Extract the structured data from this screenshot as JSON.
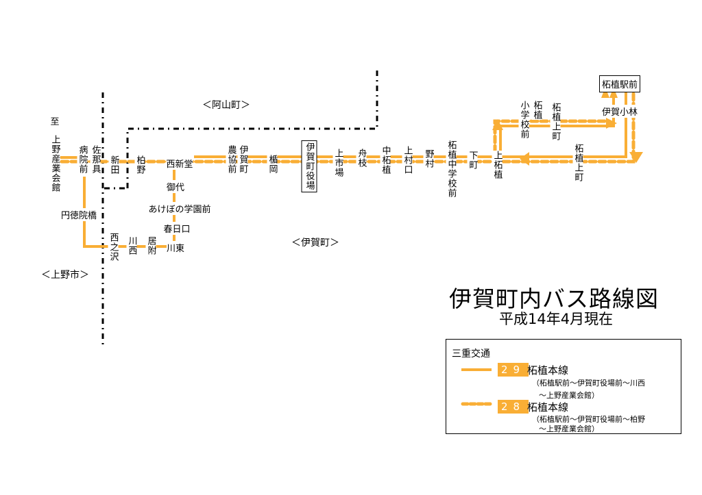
{
  "colors": {
    "route": "#f9ae35",
    "border": "#000000"
  },
  "regions": {
    "ayama": "＜阿山町＞",
    "iga": "＜伊賀町＞",
    "ueno": "＜上野市＞"
  },
  "to_label": "至",
  "stops": {
    "ueno_sangyo": "上野産業会館",
    "byoin": "病院前",
    "sanagu": "佐那具",
    "shinden": "新田",
    "kashino": "柏野",
    "nishishindo": "西新堂",
    "mishiro": "御代",
    "akebono": "あけぼの学園前",
    "kasuga": "春日口",
    "kawahigashi": "川東",
    "itsuki": "居附",
    "kawanishi": "川西",
    "nishinosawa": "西之沢",
    "entokuin": "円徳院橋",
    "nokyo": "農協前",
    "igacho": "伊賀町",
    "tateoka": "楯岡",
    "yakuba": "伊賀町役場",
    "ichiba": "上市場",
    "funae": "舟枝",
    "nakatsuge": "中柘植",
    "kamimura": "上村口",
    "nomura": "野村",
    "chugakko": "柘植中学校前",
    "shimomachi": "下町",
    "kamitsuge": "上柘植",
    "shogakko_a": "柘植",
    "shogakko_b": "小学校前",
    "kamimachi1": "柘植上町",
    "igakobayashi": "伊賀小林",
    "ekimae": "柘植駅前",
    "kamimachi2": "柘植上町"
  },
  "title": "伊賀町内バス路線図",
  "subtitle": "平成14年4月現在",
  "legend": {
    "operator": "三重交通",
    "items": [
      {
        "number": "29",
        "name": "柘植本線",
        "desc1": "（柘植駅前～伊賀町役場前～川西",
        "desc2": "～上野産業会館）",
        "style": "solid"
      },
      {
        "number": "28",
        "name": "柘植本線",
        "desc1": "（柘植駅前～伊賀町役場前～柏野",
        "desc2": "～上野産業会館）",
        "style": "dashed"
      }
    ]
  }
}
